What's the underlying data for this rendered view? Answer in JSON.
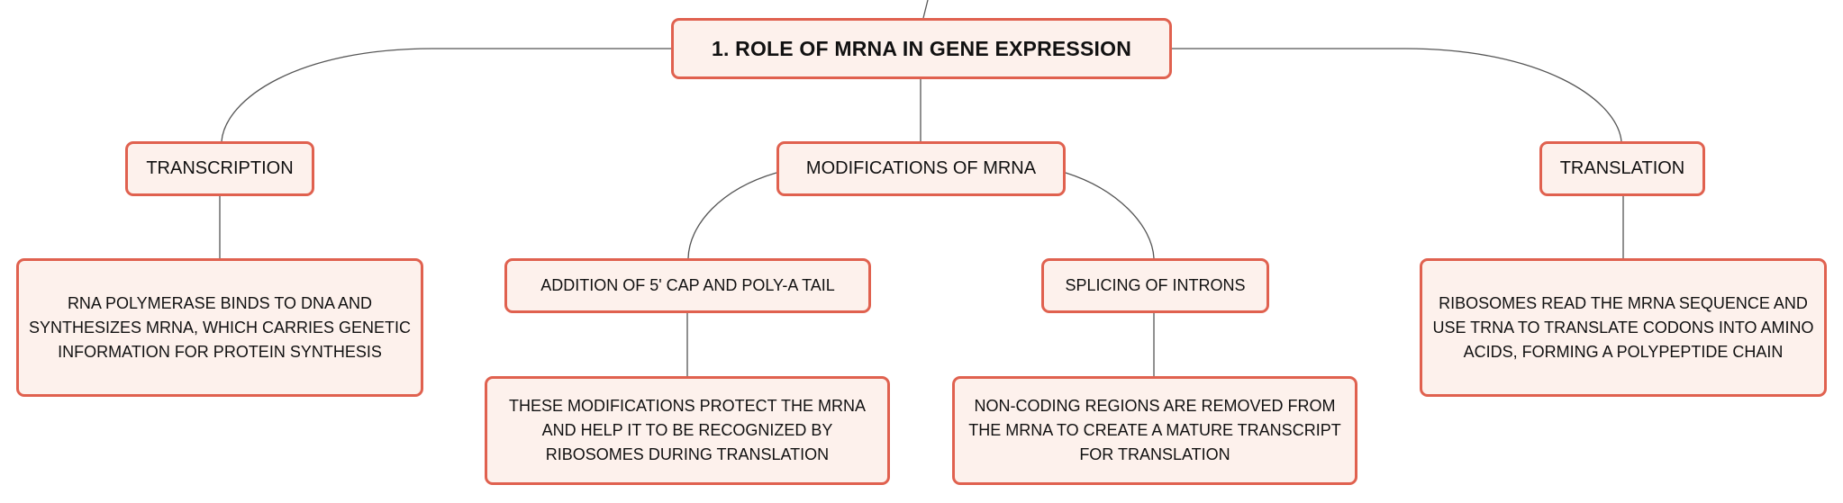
{
  "colors": {
    "node_fill": "#fdf1ec",
    "node_border": "#e0614f",
    "connector": "#555555",
    "text": "#111111"
  },
  "root": {
    "label": "1. ROLE OF MRNA IN GENE EXPRESSION"
  },
  "topics": {
    "transcription": {
      "label": "TRANSCRIPTION",
      "detail": "RNA POLYMERASE BINDS TO DNA AND SYNTHESIZES MRNA, WHICH CARRIES GENETIC INFORMATION FOR PROTEIN SYNTHESIS"
    },
    "modifications": {
      "label": "MODIFICATIONS OF MRNA",
      "subtopics": {
        "cap_tail": {
          "label": "ADDITION OF 5' CAP AND POLY-A TAIL",
          "detail": "THESE MODIFICATIONS PROTECT THE MRNA AND HELP IT TO BE RECOGNIZED BY RIBOSOMES DURING TRANSLATION"
        },
        "splicing": {
          "label": "SPLICING OF INTRONS",
          "detail": "NON-CODING REGIONS ARE REMOVED FROM THE MRNA TO CREATE A MATURE TRANSCRIPT FOR TRANSLATION"
        }
      }
    },
    "translation": {
      "label": "TRANSLATION",
      "detail": "RIBOSOMES READ THE MRNA SEQUENCE AND USE TRNA TO TRANSLATE CODONS INTO AMINO ACIDS, FORMING A POLYPEPTIDE CHAIN"
    }
  }
}
